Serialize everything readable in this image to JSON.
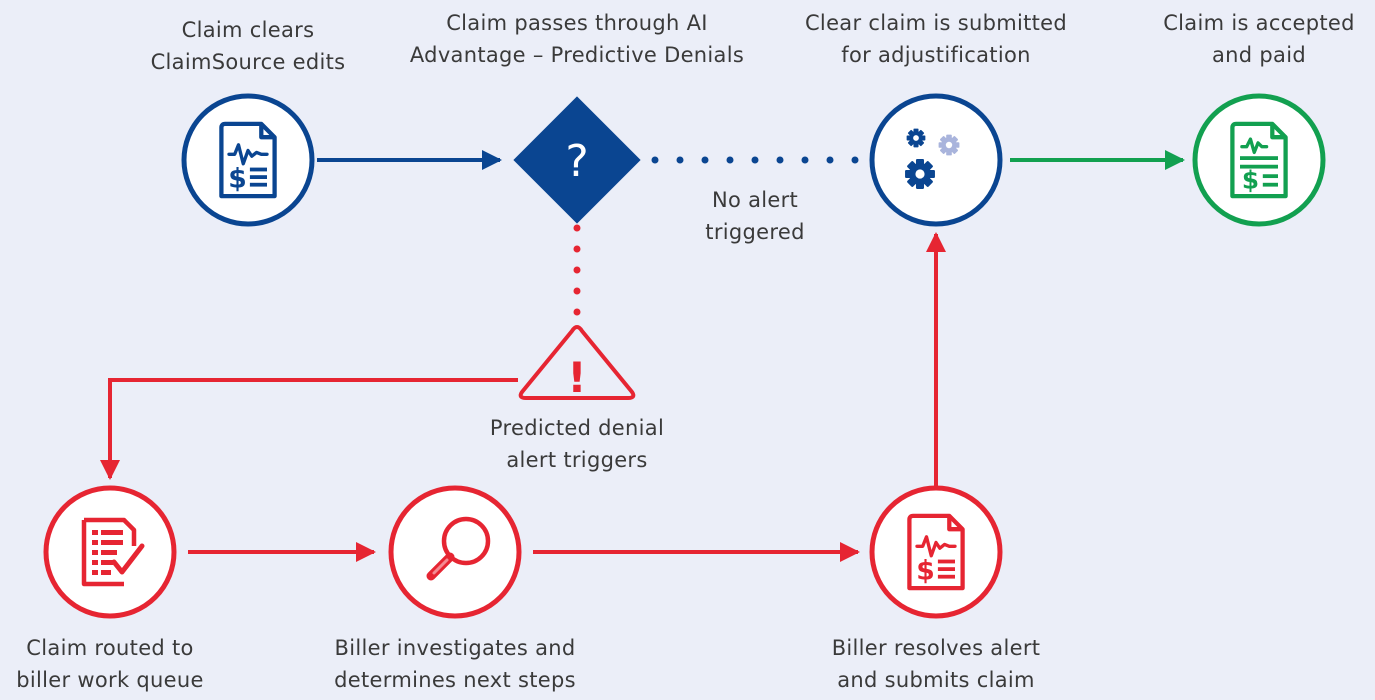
{
  "colors": {
    "background": "#ebeef8",
    "navy": "#0a4591",
    "red": "#e62532",
    "green": "#12a050",
    "light_gear": "#a9b4dc",
    "text": "#3a3a3a"
  },
  "nodes": {
    "clears": {
      "icon": "claim-document-icon",
      "lines": [
        "Claim clears",
        "ClaimSource edits"
      ]
    },
    "predict": {
      "icon": "question-diamond-icon",
      "glyph": "?",
      "lines": [
        "Claim passes through AI",
        "Advantage – Predictive Denials"
      ]
    },
    "submitted": {
      "icon": "gears-icon",
      "lines": [
        "Clear claim is submitted",
        "for adjustification"
      ]
    },
    "paid": {
      "icon": "paid-document-icon",
      "lines": [
        "Claim is accepted",
        "and paid"
      ]
    },
    "alert": {
      "icon": "warning-triangle-icon",
      "glyph": "!",
      "lines": [
        "Predicted denial",
        "alert triggers"
      ]
    },
    "routed": {
      "icon": "checklist-icon",
      "lines": [
        "Claim routed to",
        "biller work queue"
      ]
    },
    "investigate": {
      "icon": "magnifier-icon",
      "lines": [
        "Biller investigates and",
        "determines next steps"
      ]
    },
    "resolve": {
      "icon": "claim-document-icon",
      "lines": [
        "Biller resolves alert",
        "and submits claim"
      ]
    }
  },
  "edge_labels": {
    "no_alert": [
      "No alert",
      "triggered"
    ]
  }
}
